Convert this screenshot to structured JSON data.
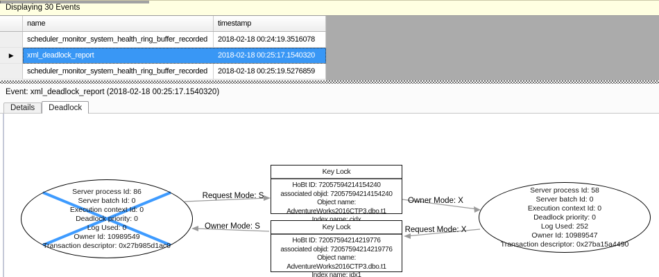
{
  "colors": {
    "selection": "#3997F5",
    "victim_cross": "#3E9BFF",
    "edge": "#9A9A9A",
    "info_bar_bg": "#FFFFE1",
    "empty_gray": "#ABABAB"
  },
  "info_bar": {
    "text": "Displaying 30 Events"
  },
  "grid": {
    "columns": [
      "name",
      "timestamp"
    ],
    "current_row_marker": "▶",
    "rows": [
      {
        "name": "scheduler_monitor_system_health_ring_buffer_recorded",
        "timestamp": "2018-02-18 00:24:19.3516078"
      },
      {
        "name": "xml_deadlock_report",
        "timestamp": "2018-02-18 00:25:17.1540320"
      },
      {
        "name": "scheduler_monitor_system_health_ring_buffer_recorded",
        "timestamp": "2018-02-18 00:25:19.5276859"
      }
    ]
  },
  "event_line": {
    "text": "Event: xml_deadlock_report (2018-02-18 00:25:17.1540320)"
  },
  "tabs": [
    {
      "label": "Details"
    },
    {
      "label": "Deadlock"
    }
  ],
  "graph": {
    "process_left": {
      "victim": true,
      "lines": [
        "Server process Id: 86",
        "Server batch Id: 0",
        "Execution context Id: 0",
        "Deadlock priority: 0",
        "Log Used: 0",
        "Owner Id: 10989549",
        "Transaction descriptor: 0x27b985d1ac0"
      ]
    },
    "process_right": {
      "victim": false,
      "lines": [
        "Server process Id: 58",
        "Server batch Id: 0",
        "Execution context Id: 0",
        "Deadlock priority: 0",
        "Log Used: 252",
        "Owner Id: 10989547",
        "Transaction descriptor: 0x27ba15a4490"
      ]
    },
    "resource_top": {
      "title": "Key Lock",
      "lines": [
        "HoBt ID: 72057594214154240",
        "associated objid: 72057594214154240",
        "Object name: AdventureWorks2016CTP3.dbo.t1",
        "Index name: cidx"
      ]
    },
    "resource_bottom": {
      "title": "Key Lock",
      "lines": [
        "HoBt ID: 72057594214219776",
        "associated objid: 72057594214219776",
        "Object name: AdventureWorks2016CTP3.dbo.t1",
        "Index name: idx1"
      ]
    },
    "edge_labels": [
      "Request Mode: S",
      "Owner Mode: S",
      "Owner Mode: X",
      "Request Mode: X"
    ]
  }
}
